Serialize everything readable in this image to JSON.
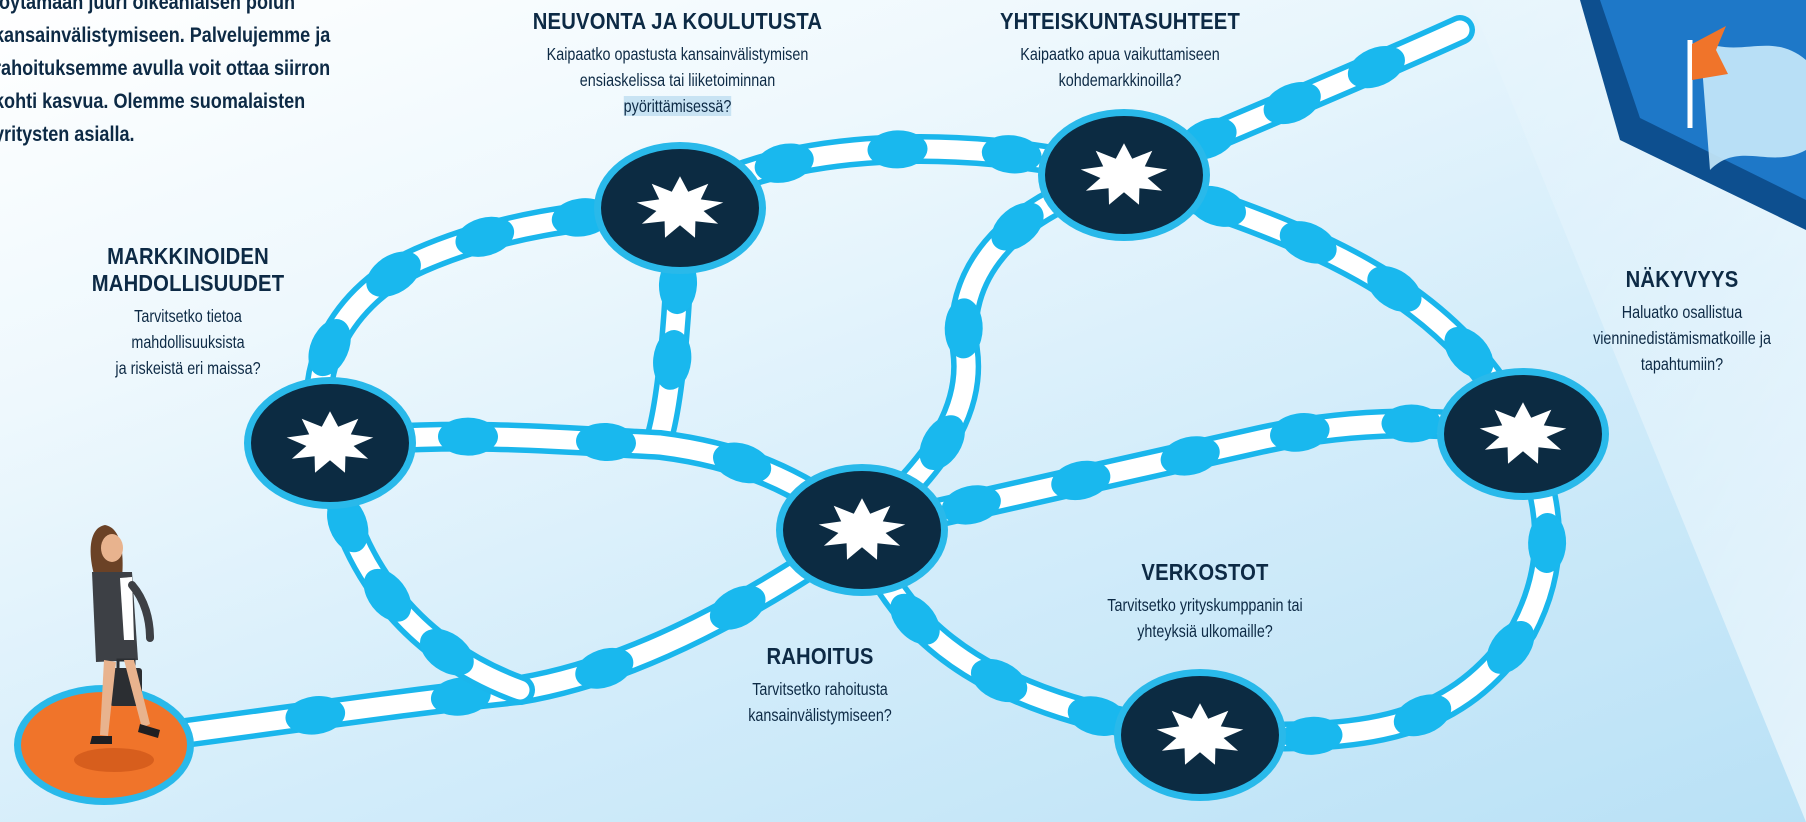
{
  "intro": {
    "lines": [
      "löytämään juuri oikeanlaisen polun",
      "kansainvälistymiseen. Palvelujemme ja",
      "rahoituksemme avulla voit ottaa siirron",
      "kohti kasvua. Olemme suomalaisten",
      "yritysten asialla."
    ]
  },
  "services": [
    {
      "id": "neuvonta",
      "title": "NEUVONTA JA KOULUTUSTA",
      "lines": [
        "Kaipaatko opastusta kansainvälistymisen",
        "ensiaskelissa tai liiketoiminnan",
        "pyörittämisessä?"
      ]
    },
    {
      "id": "yhteiskunta",
      "title": "YHTEISKUNTASUHTEET",
      "lines": [
        "Kaipaatko apua vaikuttamiseen",
        "kohdemarkkinoilla?"
      ]
    },
    {
      "id": "markkinat",
      "title": "MARKKINOIDEN MAHDOLLISUUDET",
      "lines": [
        "Tarvitsetko tietoa",
        "mahdollisuuksista",
        "ja riskeistä eri maissa?"
      ]
    },
    {
      "id": "nakyvyys",
      "title": "NÄKYVYYS",
      "lines": [
        "Haluatko osallistua",
        "vienninedistämismatkoille ja",
        "tapahtumiin?"
      ]
    },
    {
      "id": "verkostot",
      "title": "VERKOSTOT",
      "lines": [
        "Tarvitsetko yrityskumppanin tai",
        "yhteyksiä ulkomaille?"
      ]
    },
    {
      "id": "rahoitus",
      "title": "RAHOITUS",
      "lines": [
        "Tarvitsetko rahoitusta",
        "kansainvälistymiseen?"
      ]
    }
  ],
  "colors": {
    "path_edge": "#1ab6ec",
    "path_fill": "#ffffff",
    "stone": "#19b8ee",
    "node_ring": "#29b9ea",
    "node_core": "#0c2b42",
    "star": "#ffffff",
    "start_pad": "#f0742a",
    "flag": "#f0742a"
  },
  "icons": [
    "starburst-icon",
    "person-with-briefcase-icon",
    "flag-icon"
  ]
}
